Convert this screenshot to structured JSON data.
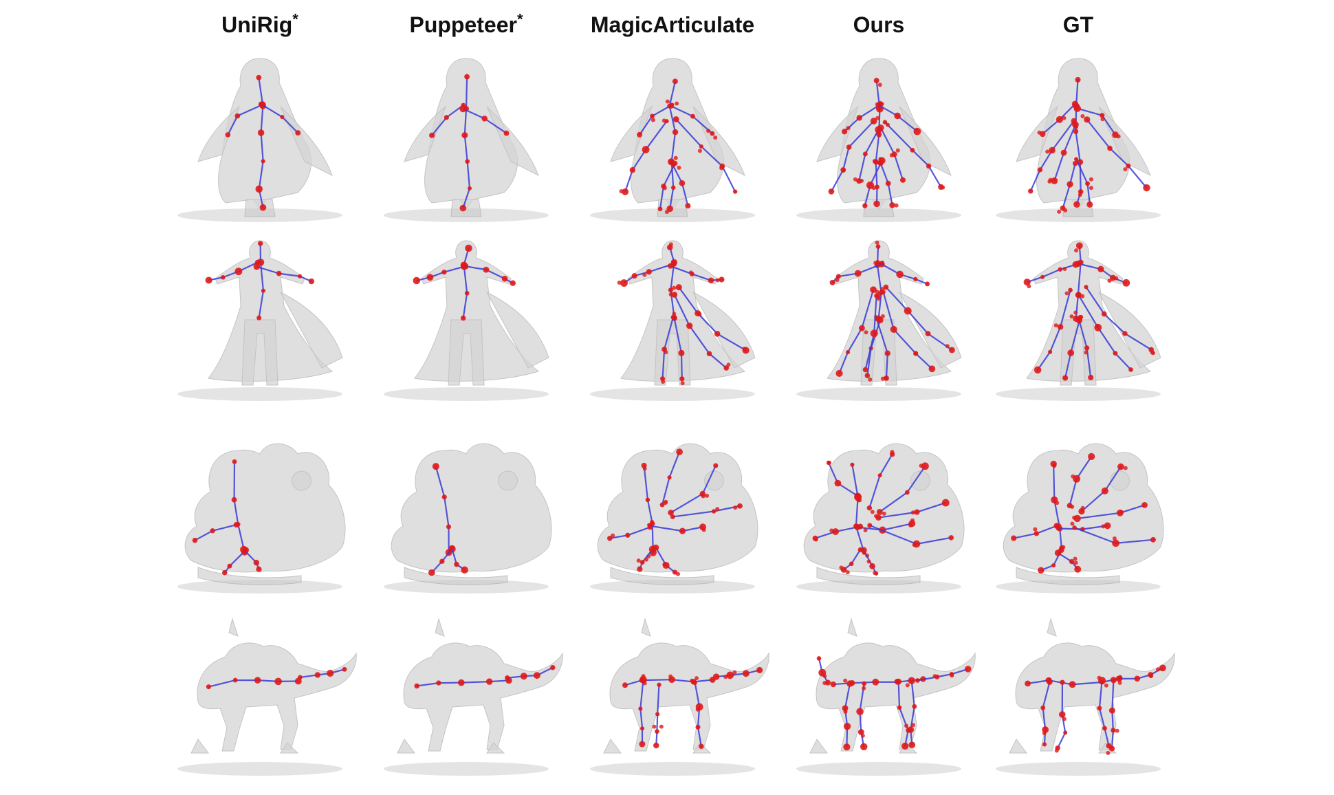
{
  "figure": {
    "columns": [
      {
        "label": "UniRig",
        "mark": "*"
      },
      {
        "label": "Puppeteer",
        "mark": "*"
      },
      {
        "label": "MagicArticulate",
        "mark": ""
      },
      {
        "label": "Ours",
        "mark": ""
      },
      {
        "label": "GT",
        "mark": ""
      }
    ],
    "rows": [
      {
        "subject": "long-haired-girl"
      },
      {
        "subject": "caped-character"
      },
      {
        "subject": "flame-tailed-creature"
      },
      {
        "subject": "spiked-quadruped"
      }
    ],
    "colors": {
      "mesh": "#c9c9c9",
      "mesh_edge": "#b5b5b5",
      "joint": "#e01818",
      "bone": "#3a3ad6",
      "text": "#111111"
    }
  }
}
